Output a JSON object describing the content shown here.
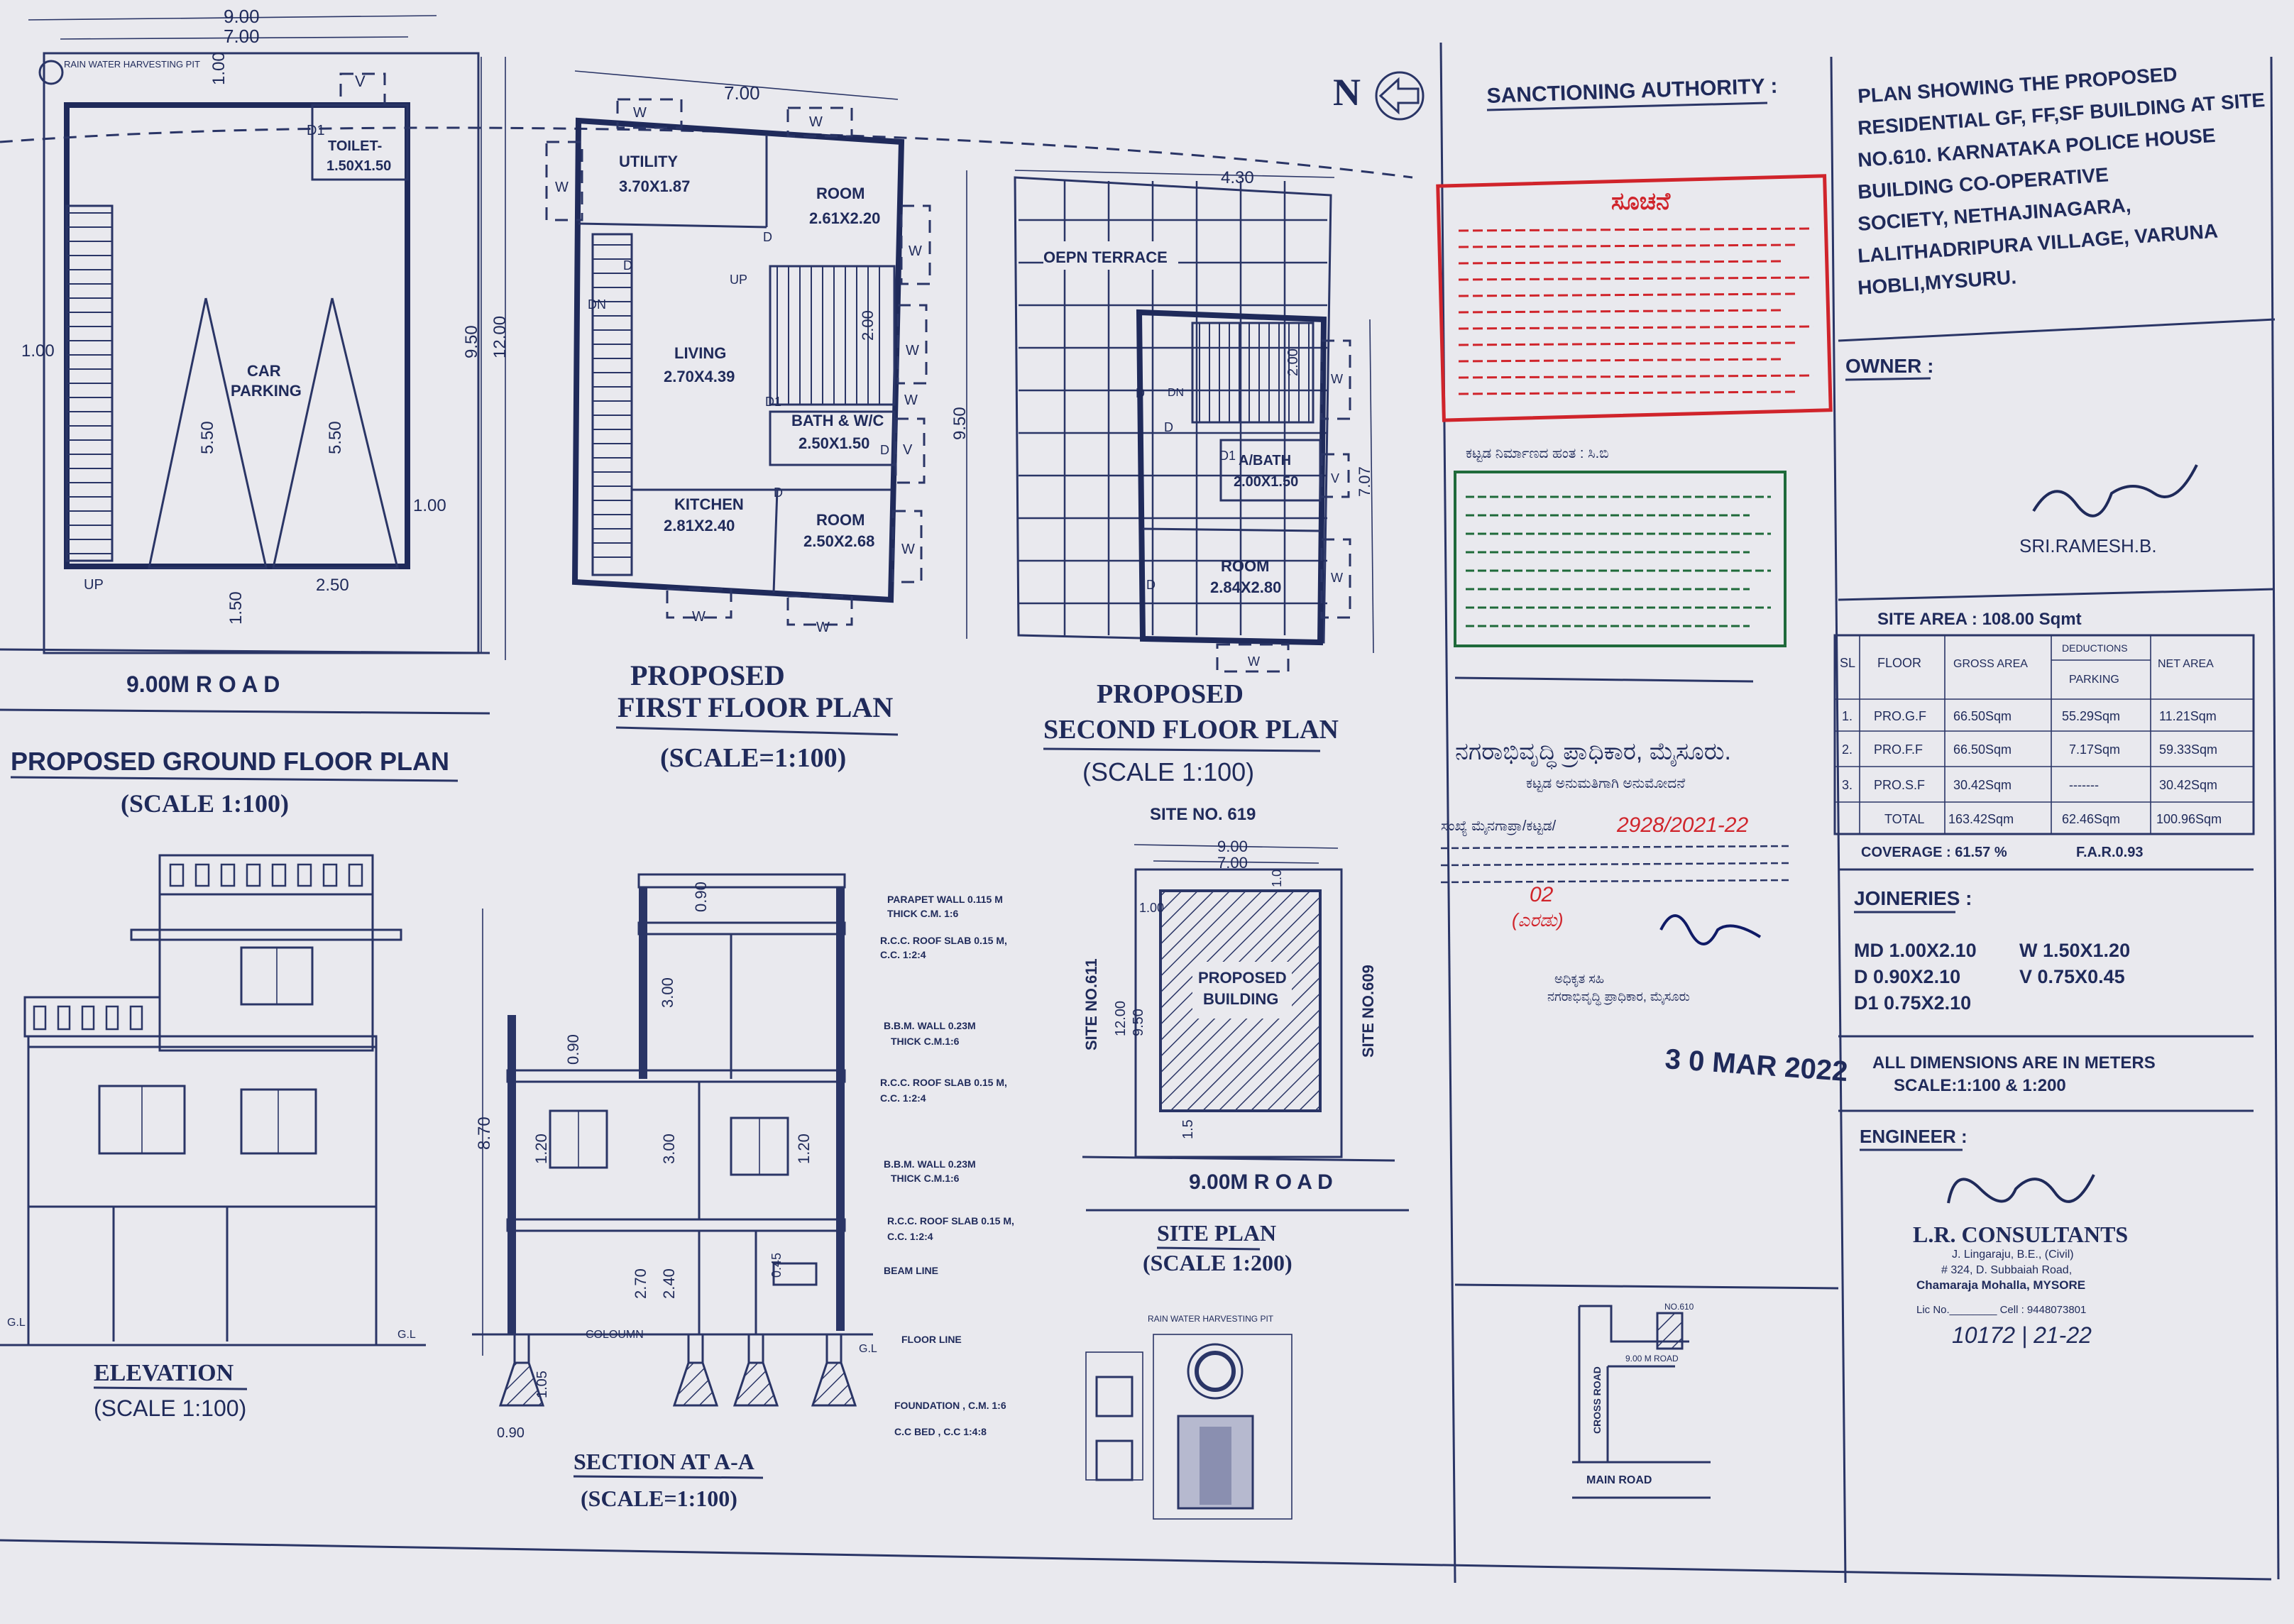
{
  "ground_floor": {
    "dims_top_outer": "9.00",
    "dims_top_inner": "7.00",
    "rwh": "RAIN WATER HARVESTING PIT",
    "dim_setback_top": "1.00",
    "v_label": "V",
    "d1_label": "D1",
    "toilet": "TOILET-",
    "toilet_size": "1.50X1.50",
    "dim_left": "1.00",
    "car": "CAR",
    "parking": "PARKING",
    "dim_550_a": "5.50",
    "dim_550_b": "5.50",
    "dim_950": "9.50",
    "dim_1200": "12.00",
    "dim_right": "1.00",
    "up": "UP",
    "dim_150": "1.50",
    "dim_250": "2.50",
    "road": "9.00M R O A D",
    "title": "PROPOSED GROUND FLOOR PLAN",
    "scale": "(SCALE 1:100)"
  },
  "first_floor": {
    "dim_top": "7.00",
    "w_labels": [
      "W",
      "W",
      "W",
      "W",
      "W",
      "W",
      "V",
      "W",
      "W",
      "W"
    ],
    "utility": "UTILITY",
    "utility_size": "3.70X1.87",
    "room1": "ROOM",
    "room1_size": "2.61X2.20",
    "dn": "DN",
    "up": "UP",
    "d_labels": [
      "D",
      "D",
      "D",
      "D"
    ],
    "d1_label": "D1",
    "living": "LIVING",
    "living_size": "2.70X4.39",
    "dim_200": "2.00",
    "bath": "BATH & W/C",
    "bath_size": "2.50X1.50",
    "kitchen": "KITCHEN",
    "kitchen_size": "2.81X2.40",
    "room2": "ROOM",
    "room2_size": "2.50X2.68",
    "dim_950": "9.50",
    "title1": "PROPOSED",
    "title2": "FIRST FLOOR PLAN",
    "scale": "(SCALE=1:100)"
  },
  "second_floor": {
    "dim_top": "4.30",
    "terrace": "OEPN TERRACE",
    "dn": "DN",
    "d_labels": [
      "D",
      "D",
      "D"
    ],
    "dim_200": "2.00",
    "w_labels": [
      "W",
      "W",
      "V",
      "W"
    ],
    "abath_d1": "D1",
    "abath": "A/BATH",
    "abath_size": "2.00X1.50",
    "room": "ROOM",
    "room_size": "2.84X2.80",
    "dim_707": "7.07",
    "title1": "PROPOSED",
    "title2": "SECOND FLOOR PLAN",
    "scale": "(SCALE 1:100)"
  },
  "site_plan": {
    "site_no_top": "SITE NO. 619",
    "dim_900": "9.00",
    "dim_700": "7.00",
    "dim_100": "1.0",
    "dim_100b": "1.00",
    "site_left": "SITE NO.611",
    "site_right": "SITE NO.609",
    "dim_1200": "12.00",
    "dim_950": "9.50",
    "building1": "PROPOSED",
    "building2": "BUILDING",
    "dim_15": "1.5",
    "road": "9.00M R O A D",
    "title": "SITE PLAN",
    "scale": "(SCALE 1:200)"
  },
  "rwh_detail": {
    "title": "RAIN WATER HARVESTING PIT"
  },
  "elevation": {
    "gl_left": "G.L",
    "gl_right": "G.L",
    "title": "ELEVATION",
    "scale": "(SCALE 1:100)"
  },
  "section": {
    "dim_090_top": "0.90",
    "dim_300_top": "3.00",
    "dim_090_mid": "0.90",
    "dim_870": "8.70",
    "dim_120_left": "1.20",
    "dim_300_mid": "3.00",
    "dim_120_right": "1.20",
    "dim_270": "2.70",
    "dim_240": "2.40",
    "dim_045": "0.45",
    "dim_105": "1.05",
    "dim_090_bottom": "0.90",
    "gl": "G.L",
    "column": "COLOUMN",
    "notes": [
      [
        "PARAPET WALL 0.115 M",
        "THICK C.M. 1:6"
      ],
      [
        "R.C.C. ROOF SLAB 0.15 M,",
        "C.C. 1:2:4"
      ],
      [
        "B.B.M. WALL 0.23M",
        "THICK C.M.1:6"
      ],
      [
        "R.C.C. ROOF SLAB 0.15 M,",
        "C.C. 1:2:4"
      ],
      [
        "B.B.M. WALL 0.23M",
        "THICK C.M.1:6"
      ],
      [
        "R.C.C. ROOF SLAB 0.15 M,",
        "C.C. 1:2:4"
      ],
      [
        "BEAM LINE",
        ""
      ],
      [
        "FLOOR LINE",
        ""
      ],
      [
        "FOUNDATION , C.M. 1:6",
        ""
      ],
      [
        "C.C BED , C.C 1:4:8",
        ""
      ]
    ],
    "title": "SECTION AT A-A",
    "scale": "(SCALE=1:100)"
  },
  "north": "N",
  "authority": {
    "heading": "SANCTIONING AUTHORITY :",
    "stamp_title": "ಸೂಚನೆ",
    "green_title": "ಕಟ್ಟಡ ನಿರ್ಮಾಣದ ಹಂತ : ಸಿ.ಬಿ",
    "office": "ನಗರಾಭಿವೃದ್ಧಿ ಪ್ರಾಧಿಕಾರ, ಮೈಸೂರು.",
    "office_sub": "ಕಟ್ಟಡ ಅನುಮತಿಗಾಗಿ ಅನುಮೋದನೆ",
    "ref_label": "ಸಂಖ್ಯೆ ಮೈನಗಾಪ್ರಾ/ಕಟ್ಟಡ/",
    "ref_no": "2928/2021-22",
    "count": "02",
    "count_word": "(ಎರಡು)",
    "sign_line1": "ಅಧಿಕೃತ ಸಹಿ",
    "sign_line2": "ನಗರಾಭಿವೃದ್ಧಿ ಪ್ರಾಧಿಕಾರ, ಮೈಸೂರು",
    "date": "3 0 MAR 2022",
    "map_label": "NO.610",
    "map_cross": "CROSS ROAD",
    "map_road": "9.00 M ROAD",
    "map_main": "MAIN ROAD"
  },
  "title_block": {
    "plan_title": [
      "PLAN SHOWING THE PROPOSED",
      "RESIDENTIAL GF, FF,SF  BUILDING AT SITE",
      "NO.610. KARNATAKA POLICE HOUSE",
      "BUILDING CO-OPERATIVE",
      "SOCIETY, NETHAJINAGARA,",
      "LALITHADRIPURA VILLAGE, VARUNA",
      "HOBLI,MYSURU."
    ],
    "owner_label": "OWNER :",
    "owner_name": "SRI.RAMESH.B.",
    "site_area": "SITE AREA  : 108.00 Sqmt",
    "table": {
      "headers": [
        "SL",
        "FLOOR",
        "GROSS AREA",
        "DEDUCTIONS",
        "NET AREA"
      ],
      "sub_header": "PARKING",
      "rows": [
        [
          "1.",
          "PRO.G.F",
          "66.50Sqm",
          "55.29Sqm",
          "11.21Sqm"
        ],
        [
          "2.",
          "PRO.F.F",
          "66.50Sqm",
          "7.17Sqm",
          "59.33Sqm"
        ],
        [
          "3.",
          "PRO.S.F",
          "30.42Sqm",
          "-------",
          "30.42Sqm"
        ],
        [
          "",
          "TOTAL",
          "163.42Sqm",
          "62.46Sqm",
          "100.96Sqm"
        ]
      ]
    },
    "coverage": "COVERAGE : 61.57 %",
    "far": "F.A.R.0.93",
    "joineries_label": "JOINERIES :",
    "joineries": [
      [
        "MD 1.00X2.10",
        "W   1.50X1.20"
      ],
      [
        "D   0.90X2.10",
        "V   0.75X0.45"
      ],
      [
        "D1  0.75X2.10",
        ""
      ]
    ],
    "note1": "ALL DIMENSIONS ARE IN METERS",
    "note2": "SCALE:1:100 & 1:200",
    "engineer_label": "ENGINEER :",
    "firm": "L.R. CONSULTANTS",
    "eng_name": "J. Lingaraju, B.E., (Civil)",
    "eng_addr": "# 324, D. Subbaiah Road,",
    "eng_city": "Chamaraja Mohalla, MYSORE",
    "lic": "Lic No.________ Cell : 9448073801",
    "lic_no": "10172 | 21-22"
  },
  "colors": {
    "ink": "#1f2a5a",
    "paper": "#e9e9ee",
    "stamp_red": "#d0242b",
    "stamp_green": "#1f6a3a"
  }
}
